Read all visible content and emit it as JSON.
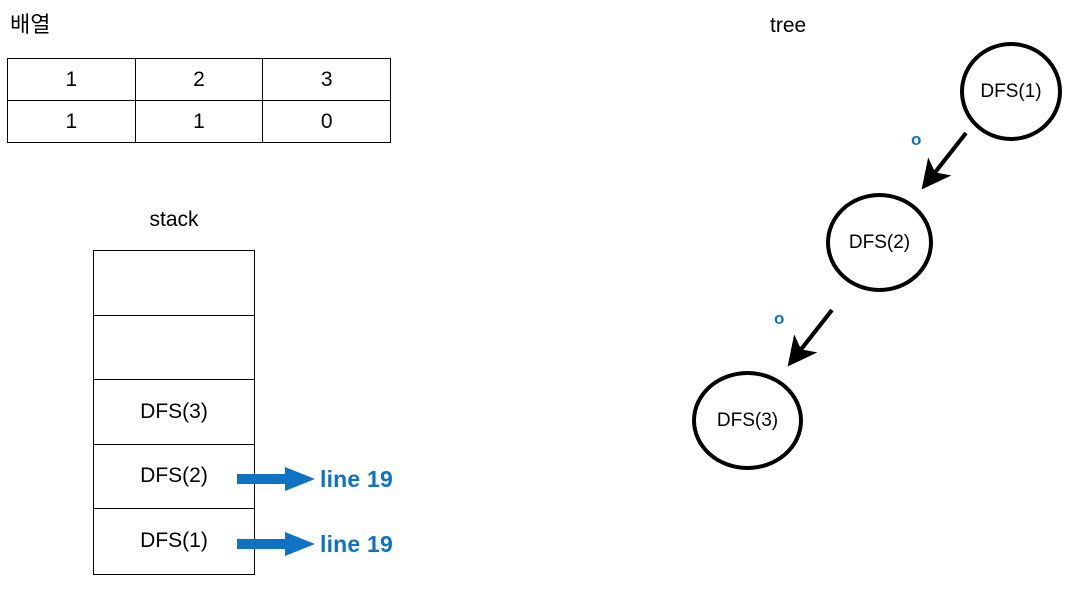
{
  "accent_blue": "#0F72C3",
  "array": {
    "title": "배열",
    "rows": [
      [
        "1",
        "2",
        "3"
      ],
      [
        "1",
        "1",
        "0"
      ]
    ]
  },
  "stack": {
    "title": "stack",
    "cells": [
      {
        "label": "",
        "arrow": null
      },
      {
        "label": "",
        "arrow": null
      },
      {
        "label": "DFS(3)",
        "arrow": null
      },
      {
        "label": "DFS(2)",
        "arrow": "line 19"
      },
      {
        "label": "DFS(1)",
        "arrow": "line 19"
      }
    ]
  },
  "tree": {
    "title": "tree",
    "nodes": [
      {
        "label": "DFS(1)"
      },
      {
        "label": "DFS(2)"
      },
      {
        "label": "DFS(3)"
      }
    ],
    "edges": [
      {
        "marker": "o"
      },
      {
        "marker": "o"
      }
    ]
  }
}
